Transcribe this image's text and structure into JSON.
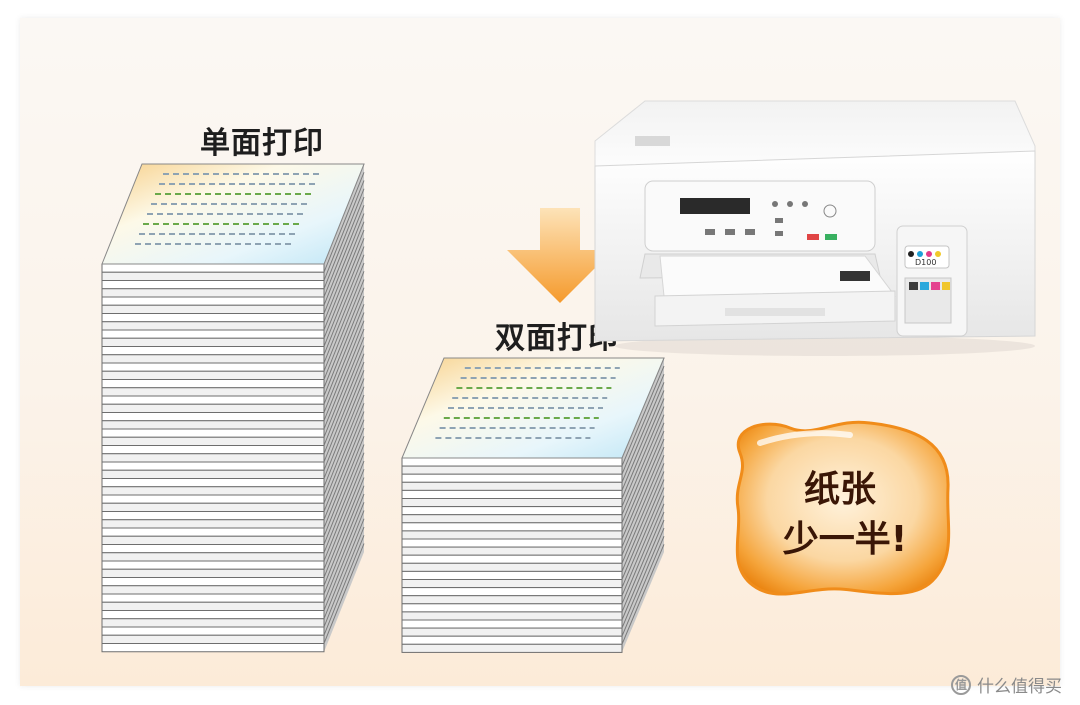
{
  "labels": {
    "single_sided": "单面打印",
    "double_sided": "双面打印"
  },
  "badge": {
    "line1": "纸张",
    "line2": "少一半!"
  },
  "printer": {
    "model_tag": "D100"
  },
  "watermark": {
    "logo_glyph": "值",
    "text": "什么值得买"
  },
  "colors": {
    "arrow": "#f6a23a",
    "badge": "#f39a1e",
    "printer_body": "#f4f4f4"
  }
}
